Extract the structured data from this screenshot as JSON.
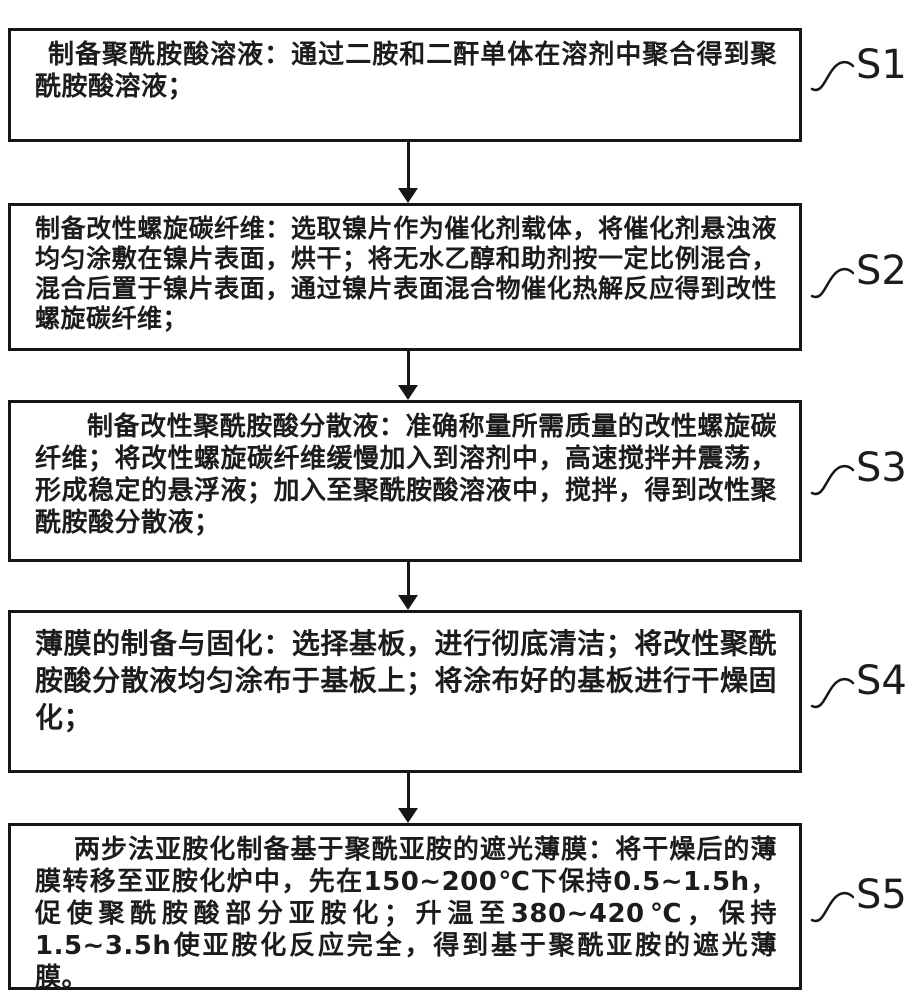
{
  "colors": {
    "stroke": "#161616",
    "background": "#ffffff",
    "text": "#1c1c1c"
  },
  "diagram": {
    "type": "flowchart",
    "direction": "top-down",
    "steps": [
      {
        "id": "S1",
        "text": "制备聚酰胺酸溶液：通过二胺和二酐单体在溶剂中聚合得到聚酰胺酸溶液；"
      },
      {
        "id": "S2",
        "text": "制备改性螺旋碳纤维：选取镍片作为催化剂载体，将催化剂悬浊液均匀涂敷在镍片表面，烘干；将无水乙醇和助剂按一定比例混合，混合后置于镍片表面，通过镍片表面混合物催化热解反应得到改性螺旋碳纤维；"
      },
      {
        "id": "S3",
        "text": "制备改性聚酰胺酸分散液：准确称量所需质量的改性螺旋碳纤维；将改性螺旋碳纤维缓慢加入到溶剂中，高速搅拌并震荡，形成稳定的悬浮液；加入至聚酰胺酸溶液中，搅拌，得到改性聚酰胺酸分散液；"
      },
      {
        "id": "S4",
        "text": "薄膜的制备与固化：选择基板，进行彻底清洁；将改性聚酰胺酸分散液均匀涂布于基板上；将涂布好的基板进行干燥固化；"
      },
      {
        "id": "S5",
        "text": "两步法亚胺化制备基于聚酰亚胺的遮光薄膜：将干燥后的薄膜转移至亚胺化炉中，先在150~200℃下保持0.5~1.5h，促使聚酰胺酸部分亚胺化；升温至380~420℃，保持1.5~3.5h使亚胺化反应完全，得到基于聚酰亚胺的遮光薄膜。"
      }
    ]
  }
}
